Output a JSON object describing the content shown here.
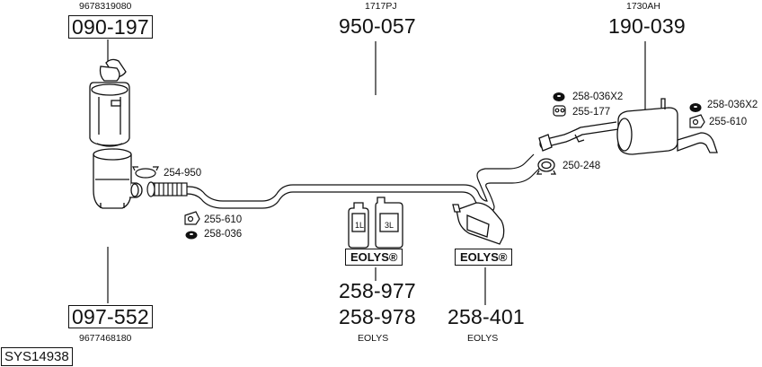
{
  "diagram": {
    "oe_refs": {
      "top_left": "9678319080",
      "top_middle": "1717PJ",
      "top_right": "1730AH",
      "bottom_left": "9677468180"
    },
    "main_parts": {
      "catalyst": "090-197",
      "middle_pipe": "950-057",
      "rear_silencer": "190-039",
      "particulate_filter": "097-552"
    },
    "small_parts": {
      "clamp_front": "254-950",
      "holder_front": "255-610",
      "ring_front": "258-036",
      "ring_rear_a": "258-036X2",
      "holder_rear_a": "255-177",
      "ring_rear_b": "258-036X2",
      "holder_rear_b": "255-610",
      "clamp_rear": "250-248"
    },
    "additives": {
      "brand_label_a": "EOLYS®",
      "brand_label_b": "EOLYS®",
      "bottle_small": "1L",
      "bottle_large": "3L",
      "fluid_part_a": "258-977",
      "fluid_part_b": "258-978",
      "bag_part": "258-401",
      "fluid_brand": "EOLYS",
      "bag_brand": "EOLYS"
    },
    "system_id": "SYS14938"
  }
}
